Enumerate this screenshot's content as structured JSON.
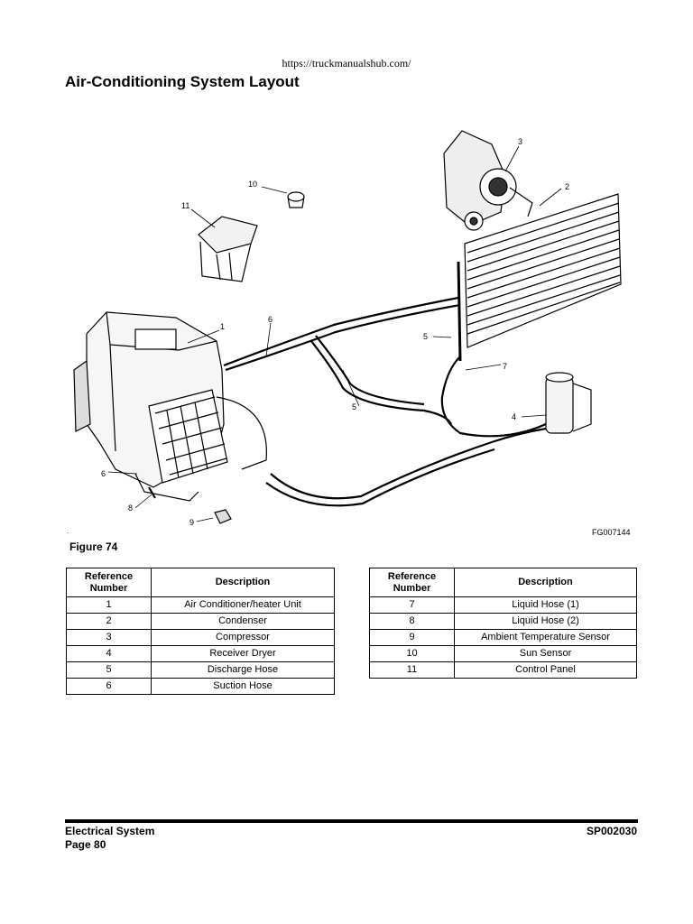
{
  "source_url": "https://truckmanualshub.com/",
  "title": "Air-Conditioning System Layout",
  "figure": {
    "code": "FG007144",
    "caption": "Figure 74",
    "callouts": [
      "1",
      "2",
      "3",
      "4",
      "5",
      "5",
      "6",
      "6",
      "7",
      "8",
      "9",
      "10",
      "11"
    ]
  },
  "tables": {
    "headers": {
      "number": "Reference Number",
      "description": "Description"
    },
    "left": [
      {
        "number": "1",
        "description": "Air Conditioner/heater Unit"
      },
      {
        "number": "2",
        "description": "Condenser"
      },
      {
        "number": "3",
        "description": "Compressor"
      },
      {
        "number": "4",
        "description": "Receiver Dryer"
      },
      {
        "number": "5",
        "description": "Discharge Hose"
      },
      {
        "number": "6",
        "description": "Suction Hose"
      }
    ],
    "right": [
      {
        "number": "7",
        "description": "Liquid Hose (1)"
      },
      {
        "number": "8",
        "description": "Liquid Hose (2)"
      },
      {
        "number": "9",
        "description": "Ambient Temperature Sensor"
      },
      {
        "number": "10",
        "description": "Sun Sensor"
      },
      {
        "number": "11",
        "description": "Control Panel"
      }
    ]
  },
  "footer": {
    "section": "Electrical System",
    "page": "Page 80",
    "doc_id": "SP002030"
  }
}
